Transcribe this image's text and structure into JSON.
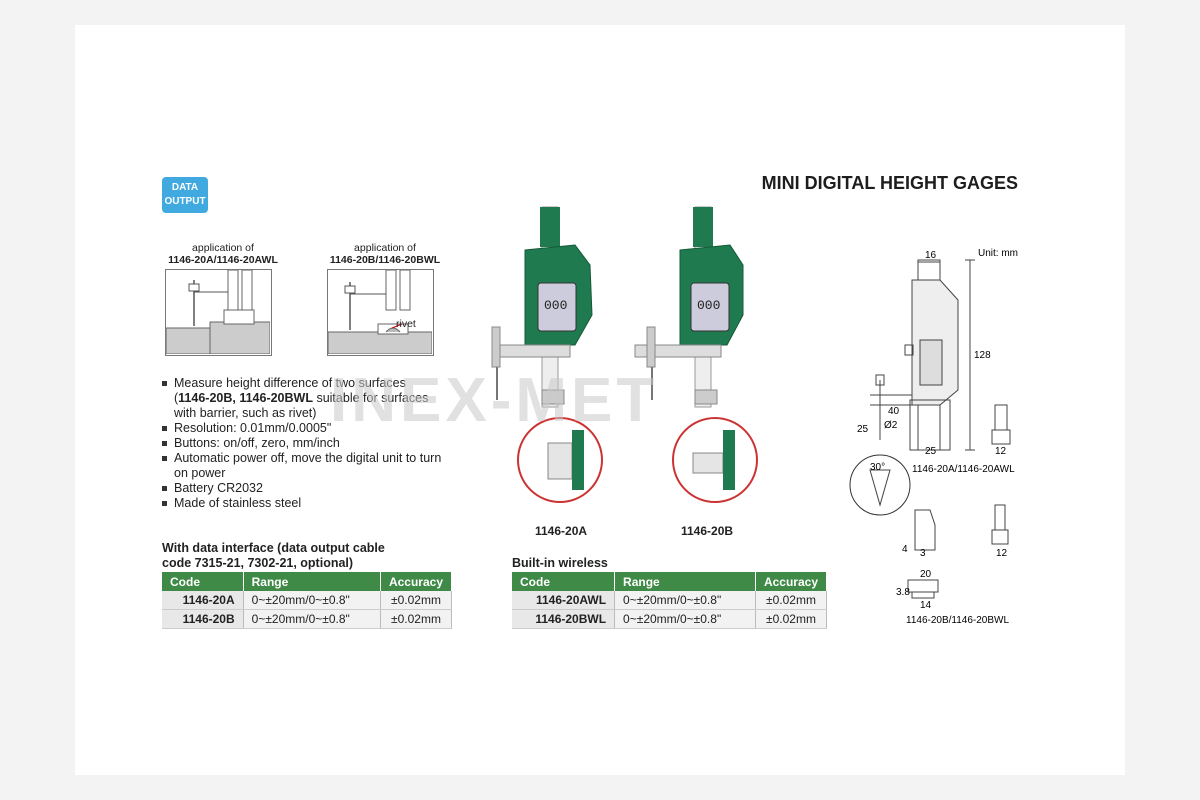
{
  "badge": {
    "line1": "DATA",
    "line2": "OUTPUT"
  },
  "title": "MINI DIGITAL HEIGHT GAGES",
  "applications": [
    {
      "line1": "application of",
      "line2": "1146-20A/1146-20AWL"
    },
    {
      "line1": "application of",
      "line2": "1146-20B/1146-20BWL",
      "callout": "rivet"
    }
  ],
  "features": [
    "Measure height difference of two surfaces",
    "Resolution: 0.01mm/0.0005\"",
    "Buttons: on/off, zero, mm/inch",
    "Automatic power off, move the digital unit to turn on power",
    "Battery CR2032",
    "Made of stainless steel"
  ],
  "feature_note": {
    "open": "(",
    "bold": "1146-20B, 1146-20BWL",
    "rest": " suitable for surfaces with barrier, such as rivet)"
  },
  "products": [
    {
      "label": "1146-20A"
    },
    {
      "label": "1146-20B"
    }
  ],
  "table_data_interface": {
    "heading_line1": "With data interface (data output cable",
    "heading_line2": "code 7315-21, 7302-21, optional)",
    "columns": [
      "Code",
      "Range",
      "Accuracy"
    ],
    "rows": [
      [
        "1146-20A",
        "0~±20mm/0~±0.8\"",
        "±0.02mm"
      ],
      [
        "1146-20B",
        "0~±20mm/0~±0.8\"",
        "±0.02mm"
      ]
    ]
  },
  "table_wireless": {
    "heading": "Built-in wireless",
    "columns": [
      "Code",
      "Range",
      "Accuracy"
    ],
    "rows": [
      [
        "1146-20AWL",
        "0~±20mm/0~±0.8\"",
        "±0.02mm"
      ],
      [
        "1146-20BWL",
        "0~±20mm/0~±0.8\"",
        "±0.02mm"
      ]
    ]
  },
  "drawing": {
    "unit": "Unit: mm",
    "dims": {
      "d16": "16",
      "d128": "128",
      "d40": "40",
      "d25a": "25",
      "d2": "Ø2",
      "d25b": "25",
      "d12a": "12",
      "d30": "30°",
      "d4": "4",
      "d3": "3",
      "d12b": "12",
      "d20": "20",
      "d38": "3.8",
      "d14": "14"
    },
    "caption_a": "1146-20A/1146-20AWL",
    "caption_b": "1146-20B/1146-20BWL"
  },
  "watermark": "INEX-MET",
  "colors": {
    "green": "#3f8a46",
    "gauge_green": "#1f7a4f",
    "badge_blue": "#3fa9e0"
  }
}
